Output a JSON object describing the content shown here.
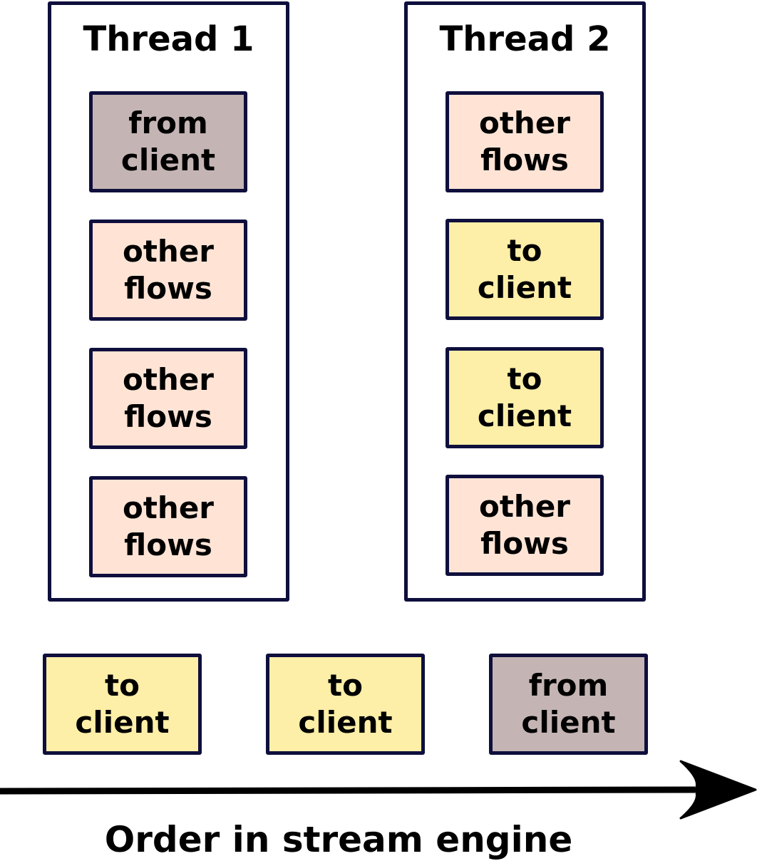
{
  "colors": {
    "from_client": "#c4b5b4",
    "other_flows": "#ffe4d6",
    "to_client": "#fdeea8",
    "border": "#0f0f3d"
  },
  "threads": [
    {
      "title": "Thread 1",
      "items": [
        {
          "kind": "from_client",
          "label": "from\nclient"
        },
        {
          "kind": "other_flows",
          "label": "other\nflows"
        },
        {
          "kind": "other_flows",
          "label": "other\nflows"
        },
        {
          "kind": "other_flows",
          "label": "other\nflows"
        }
      ]
    },
    {
      "title": "Thread 2",
      "items": [
        {
          "kind": "other_flows",
          "label": "other\nflows"
        },
        {
          "kind": "to_client",
          "label": "to\nclient"
        },
        {
          "kind": "to_client",
          "label": "to\nclient"
        },
        {
          "kind": "other_flows",
          "label": "other\nflows"
        }
      ]
    }
  ],
  "stream_order": [
    {
      "kind": "to_client",
      "label": "to\nclient"
    },
    {
      "kind": "to_client",
      "label": "to\nclient"
    },
    {
      "kind": "from_client",
      "label": "from\nclient"
    }
  ],
  "axis_label": "Order in stream engine"
}
